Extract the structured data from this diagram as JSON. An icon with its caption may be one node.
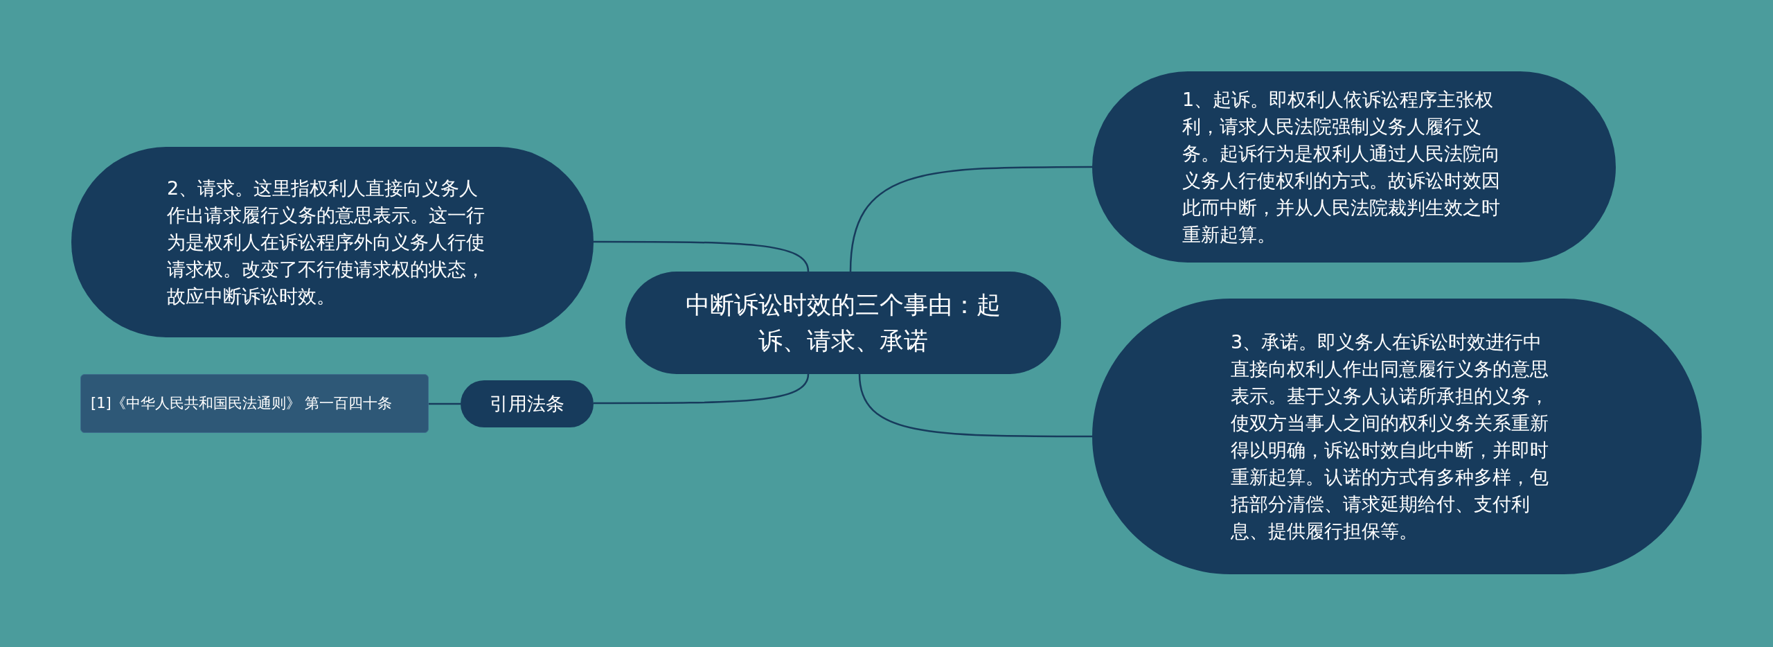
{
  "diagram": {
    "nodes": [
      {
        "text": [
          "中断诉讼时效的三个事由：起诉、请求、承诺"
        ]
      },
      {
        "text": [
          "1、起诉。即权利人依诉讼程序主张权利，请求人民法院强制义务人履行义务。起诉行为是权利人通过人民法院向义务人行使权利的方式。故诉讼时效因此而中断，并从人民法院裁判生效之时重新起算。"
        ]
      },
      {
        "text": [
          "2、请求。这里指权利人直接向义务人作出请求履行义务的意思表示。这一行为是权利人在诉讼程序外向义务人行使请求权。改变了不行使请求权的状态，故应中断诉讼时效。"
        ]
      },
      {
        "text": [
          "3、承诺。即义务人在诉讼时效进行中直接向权利人作出同意履行义务的意思表示。基于义务人认诺所承担的义务，使双方当事人之间的权利义务关系重新得以明确，诉讼时效自此中断，并即时重新起算。认诺的方式有多种多样，包括部分清偿、请求延期给付、支付利息、提供履行担保等。"
        ]
      },
      {
        "text": [
          "引用法条"
        ]
      },
      {
        "text": [
          "[1]《中华人民共和国民法通则》 第一百四十条"
        ]
      }
    ],
    "edges": [
      {
        "from": 0,
        "to": 1,
        "arrow": "none"
      },
      {
        "from": 0,
        "to": 2,
        "arrow": "none"
      },
      {
        "from": 0,
        "to": 3,
        "arrow": "none"
      },
      {
        "from": 0,
        "to": 4,
        "arrow": "none"
      },
      {
        "from": 4,
        "to": 5,
        "arrow": "none"
      }
    ]
  }
}
